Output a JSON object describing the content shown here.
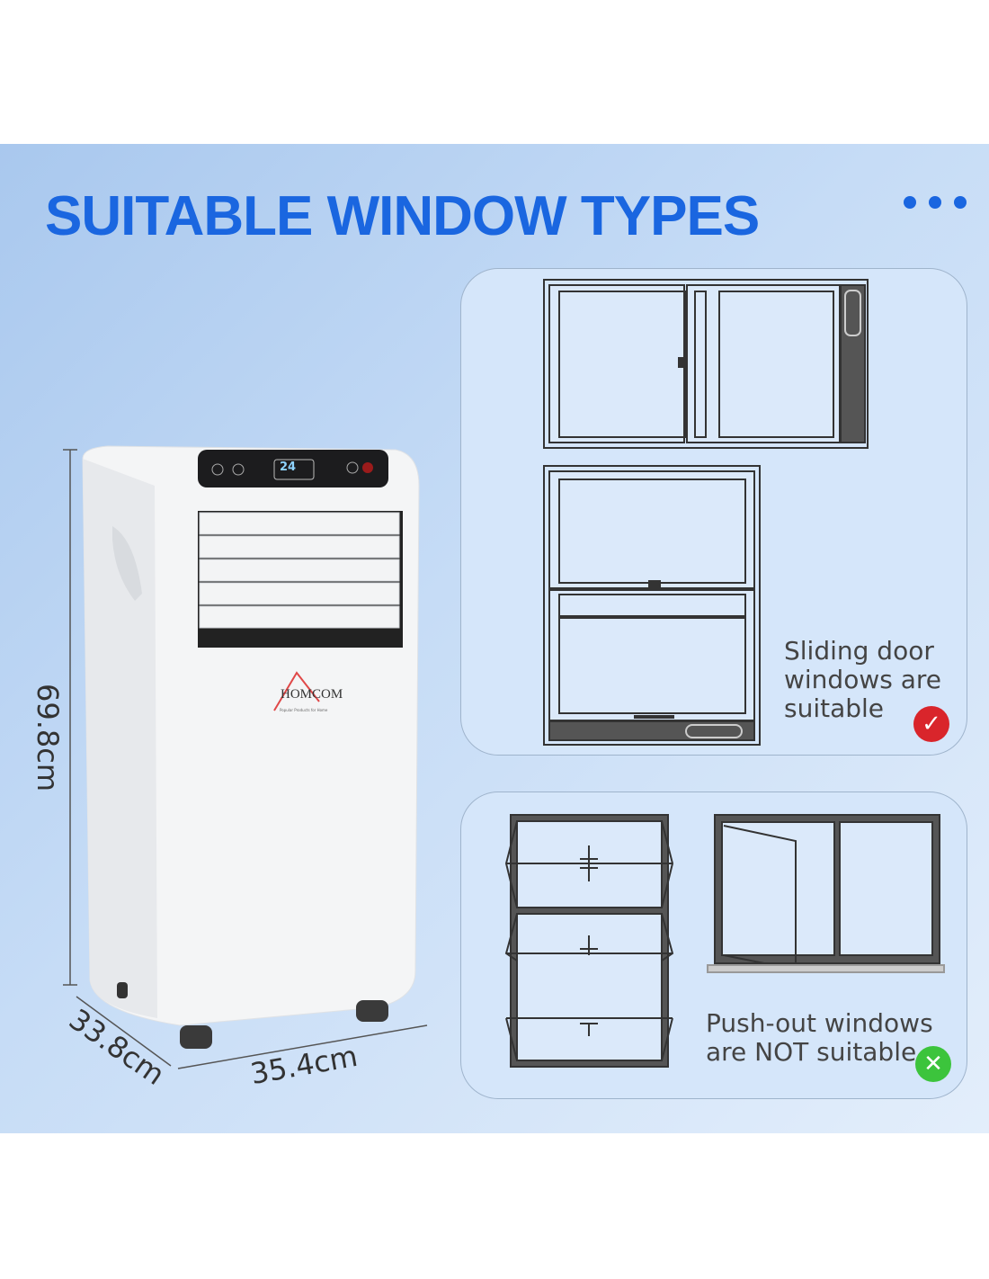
{
  "title": "SUITABLE WINDOW TYPES",
  "product": {
    "brand_logo": "HOMCOM",
    "brand_tagline": "Popular Products for Home",
    "display_value": "24"
  },
  "dimensions": {
    "height": "69.8cm",
    "depth": "33.8cm",
    "width": "35.4cm"
  },
  "suitable_card": {
    "text_lines": [
      "Sliding door",
      "windows are",
      "suitable"
    ],
    "icon": "check-icon",
    "color": "#d9252b"
  },
  "unsuitable_card": {
    "text_lines": [
      "Push-out windows",
      "are NOT suitable"
    ],
    "icon": "cross-icon",
    "color": "#3cc43c"
  }
}
